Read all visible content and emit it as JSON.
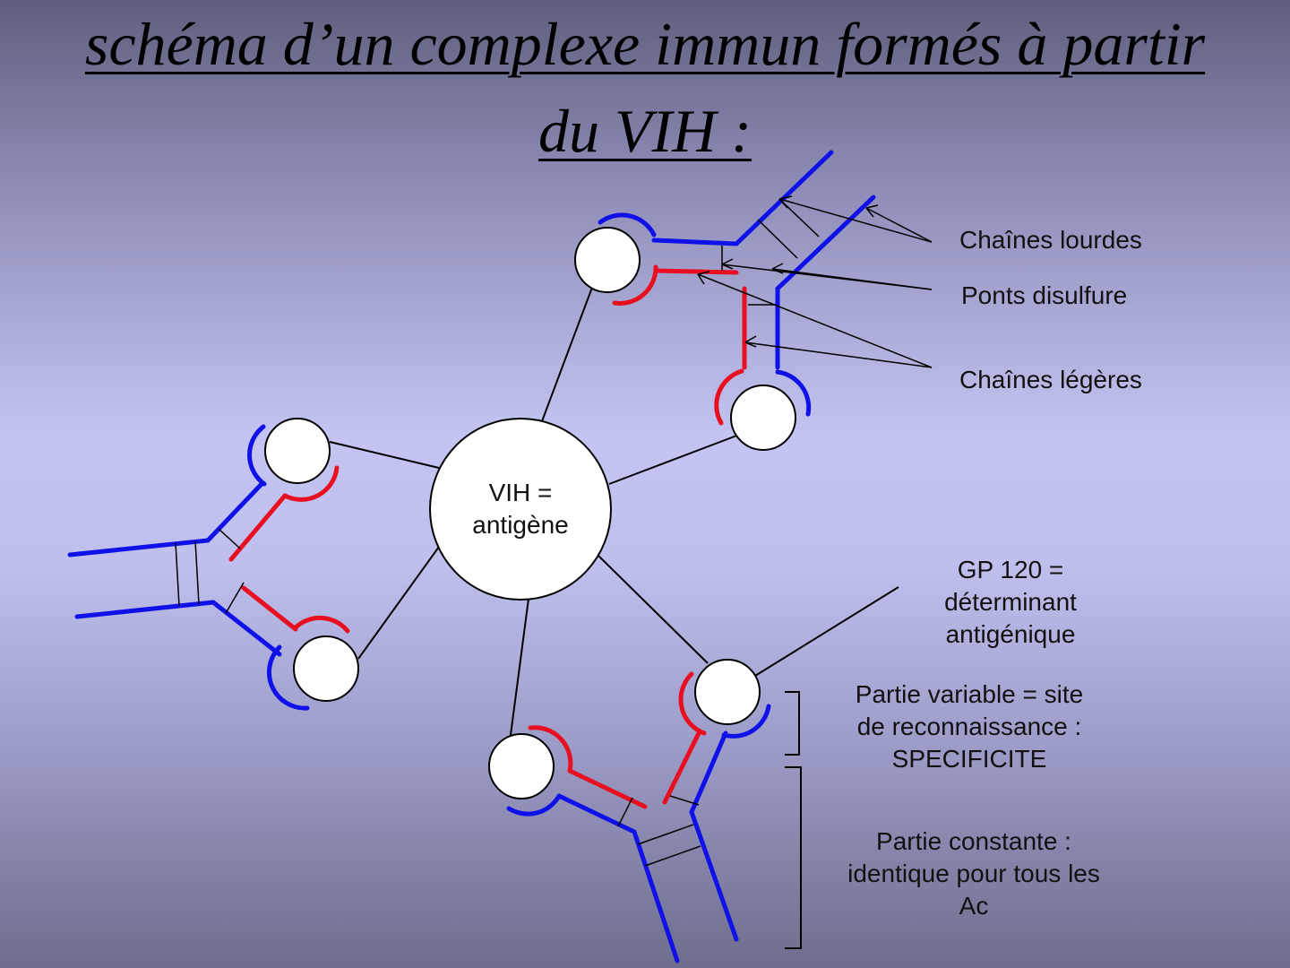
{
  "title": {
    "line1": "schéma d’un complexe immun formés à partir",
    "line2": "du VIH :"
  },
  "center_node": {
    "line1": "VIH =",
    "line2": "antigène"
  },
  "labels": {
    "heavy_chains": "Chaînes lourdes",
    "disulfide_bridges": "Ponts disulfure",
    "light_chains": "Chaînes légères",
    "gp120": [
      "GP 120 =",
      "déterminant",
      "antigénique"
    ],
    "variable_part": [
      "Partie variable = site",
      "de reconnaissance :",
      "SPECIFICITE"
    ],
    "constant_part": [
      "Partie constante :",
      "identique pour tous les",
      "Ac"
    ]
  },
  "colors": {
    "heavy_chain": "#1010e8",
    "light_chain": "#e81020",
    "antigen_fill": "#ffffff",
    "line": "#000000"
  }
}
